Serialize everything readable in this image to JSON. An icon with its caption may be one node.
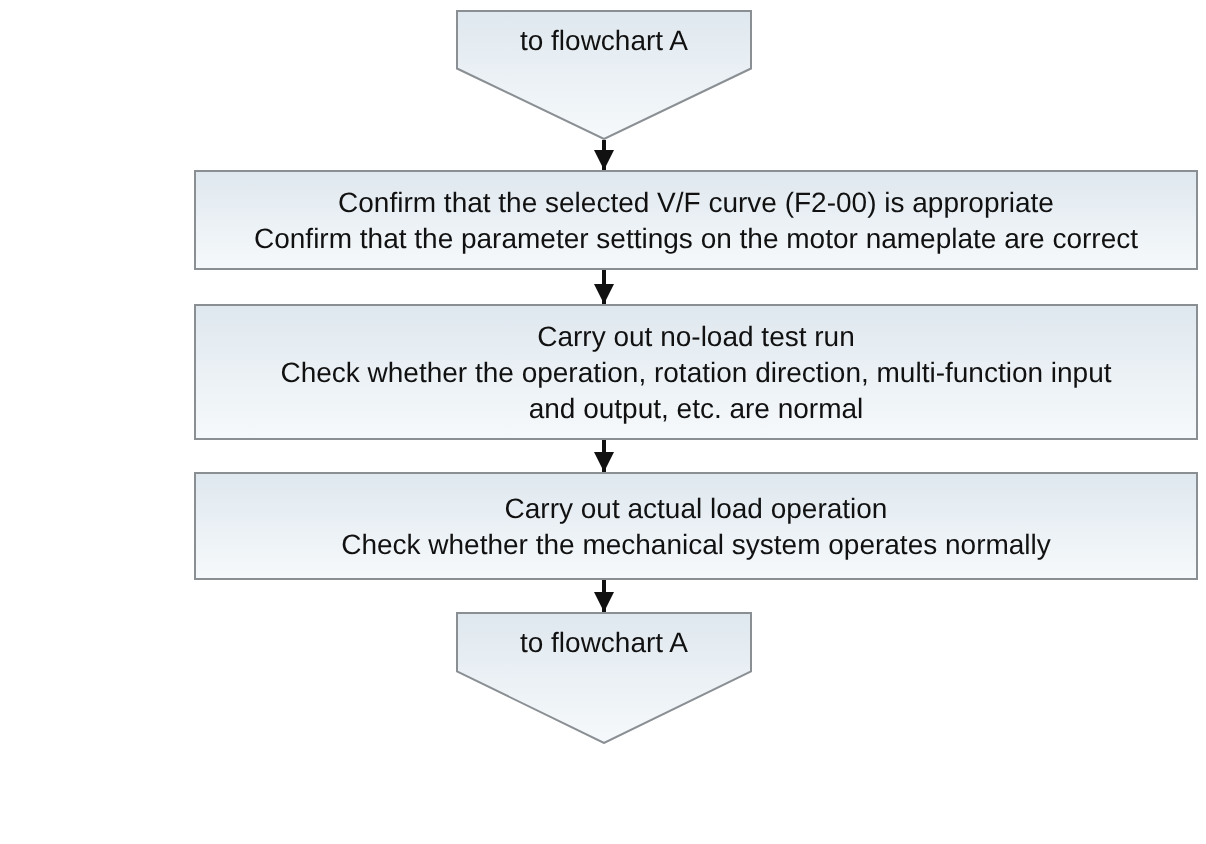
{
  "diagram": {
    "nodes": [
      {
        "text": [
          "to flowchart A"
        ]
      },
      {
        "text": [
          "Confirm that the selected V/F curve (F2-00) is appropriate",
          "Confirm that the parameter settings on the motor nameplate are correct"
        ]
      },
      {
        "text": [
          "Carry out no-load test run",
          "Check whether the operation, rotation direction, multi-function input and output, etc. are normal"
        ]
      },
      {
        "text": [
          "Carry out actual load operation",
          "Check whether the mechanical system operates normally"
        ]
      },
      {
        "text": [
          "to flowchart A"
        ]
      }
    ],
    "edges": [
      {
        "from": 0,
        "to": 1,
        "arrow": "to"
      },
      {
        "from": 1,
        "to": 2,
        "arrow": "to"
      },
      {
        "from": 2,
        "to": 3,
        "arrow": "to"
      },
      {
        "from": 3,
        "to": 4,
        "arrow": "to"
      }
    ]
  }
}
